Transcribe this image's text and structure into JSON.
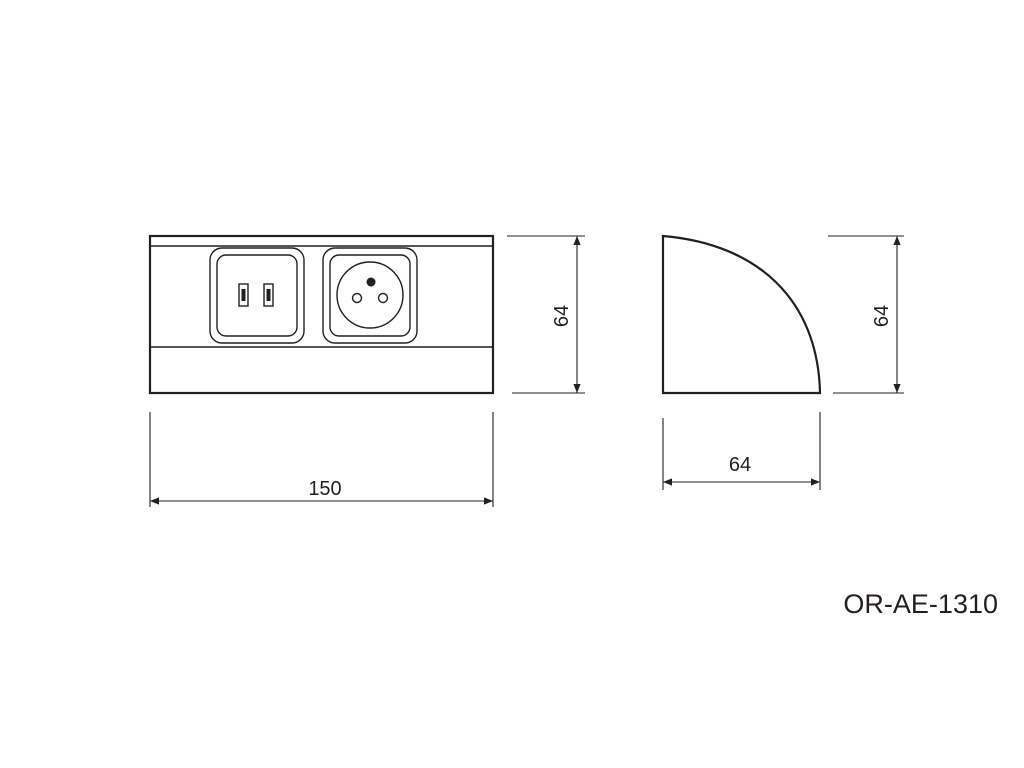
{
  "drawing": {
    "front_view": {
      "socket_left_icon": "usb-charger-icon",
      "socket_right_icon": "french-socket-icon",
      "width_label": "150",
      "height_label": "64"
    },
    "side_view": {
      "depth_label": "64",
      "height_label": "64"
    },
    "model_code": "OR-AE-1310",
    "line_color": "#231f20"
  }
}
